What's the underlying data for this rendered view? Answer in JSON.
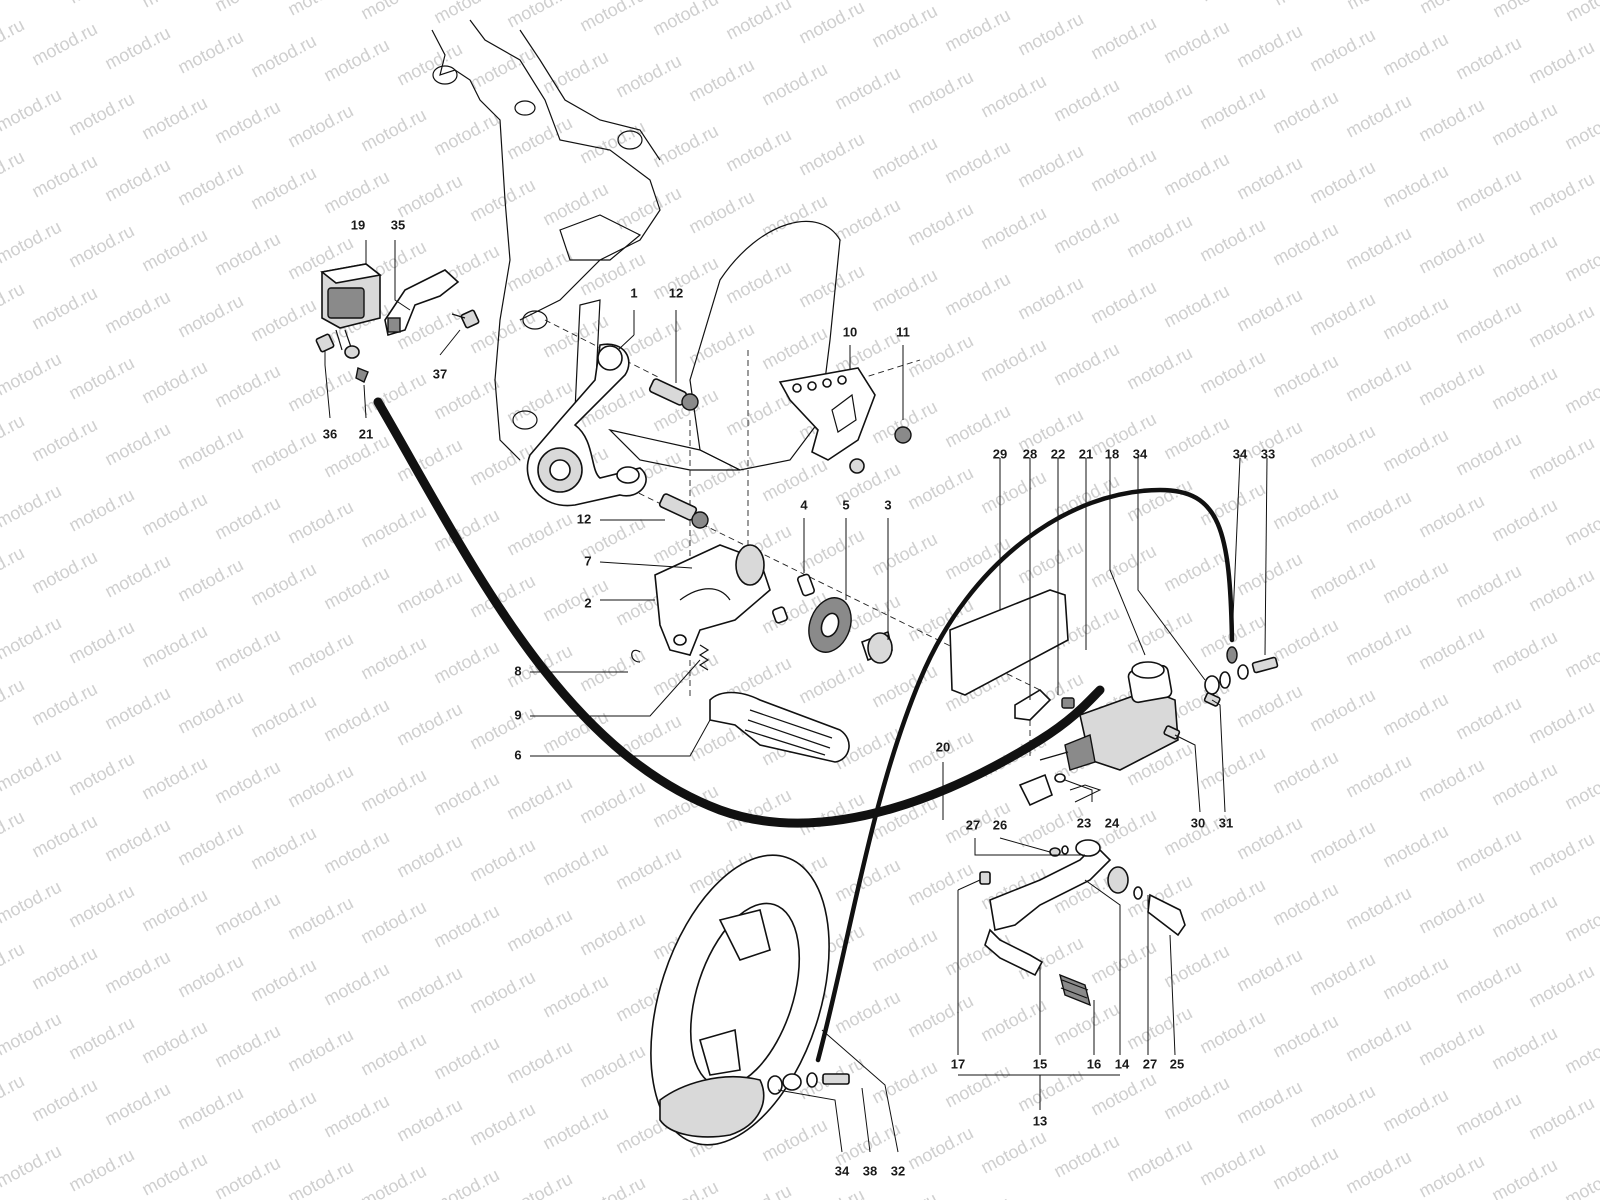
{
  "watermark": "motod.ru",
  "callouts": {
    "c1": "1",
    "c2": "2",
    "c3": "3",
    "c4": "4",
    "c5": "5",
    "c6": "6",
    "c7": "7",
    "c8": "8",
    "c9": "9",
    "c10": "10",
    "c11": "11",
    "c12a": "12",
    "c12b": "12",
    "c13": "13",
    "c14": "14",
    "c15": "15",
    "c16": "16",
    "c17": "17",
    "c18": "18",
    "c19": "19",
    "c20": "20",
    "c21a": "21",
    "c21b": "21",
    "c22": "22",
    "c23": "23",
    "c24": "24",
    "c25": "25",
    "c26": "26",
    "c27a": "27",
    "c27b": "27",
    "c28": "28",
    "c29": "29",
    "c30": "30",
    "c31": "31",
    "c32": "32",
    "c33": "33",
    "c34a": "34",
    "c34b": "34",
    "c34c": "34",
    "c35": "35",
    "c36": "36",
    "c37": "37",
    "c38": "38"
  }
}
